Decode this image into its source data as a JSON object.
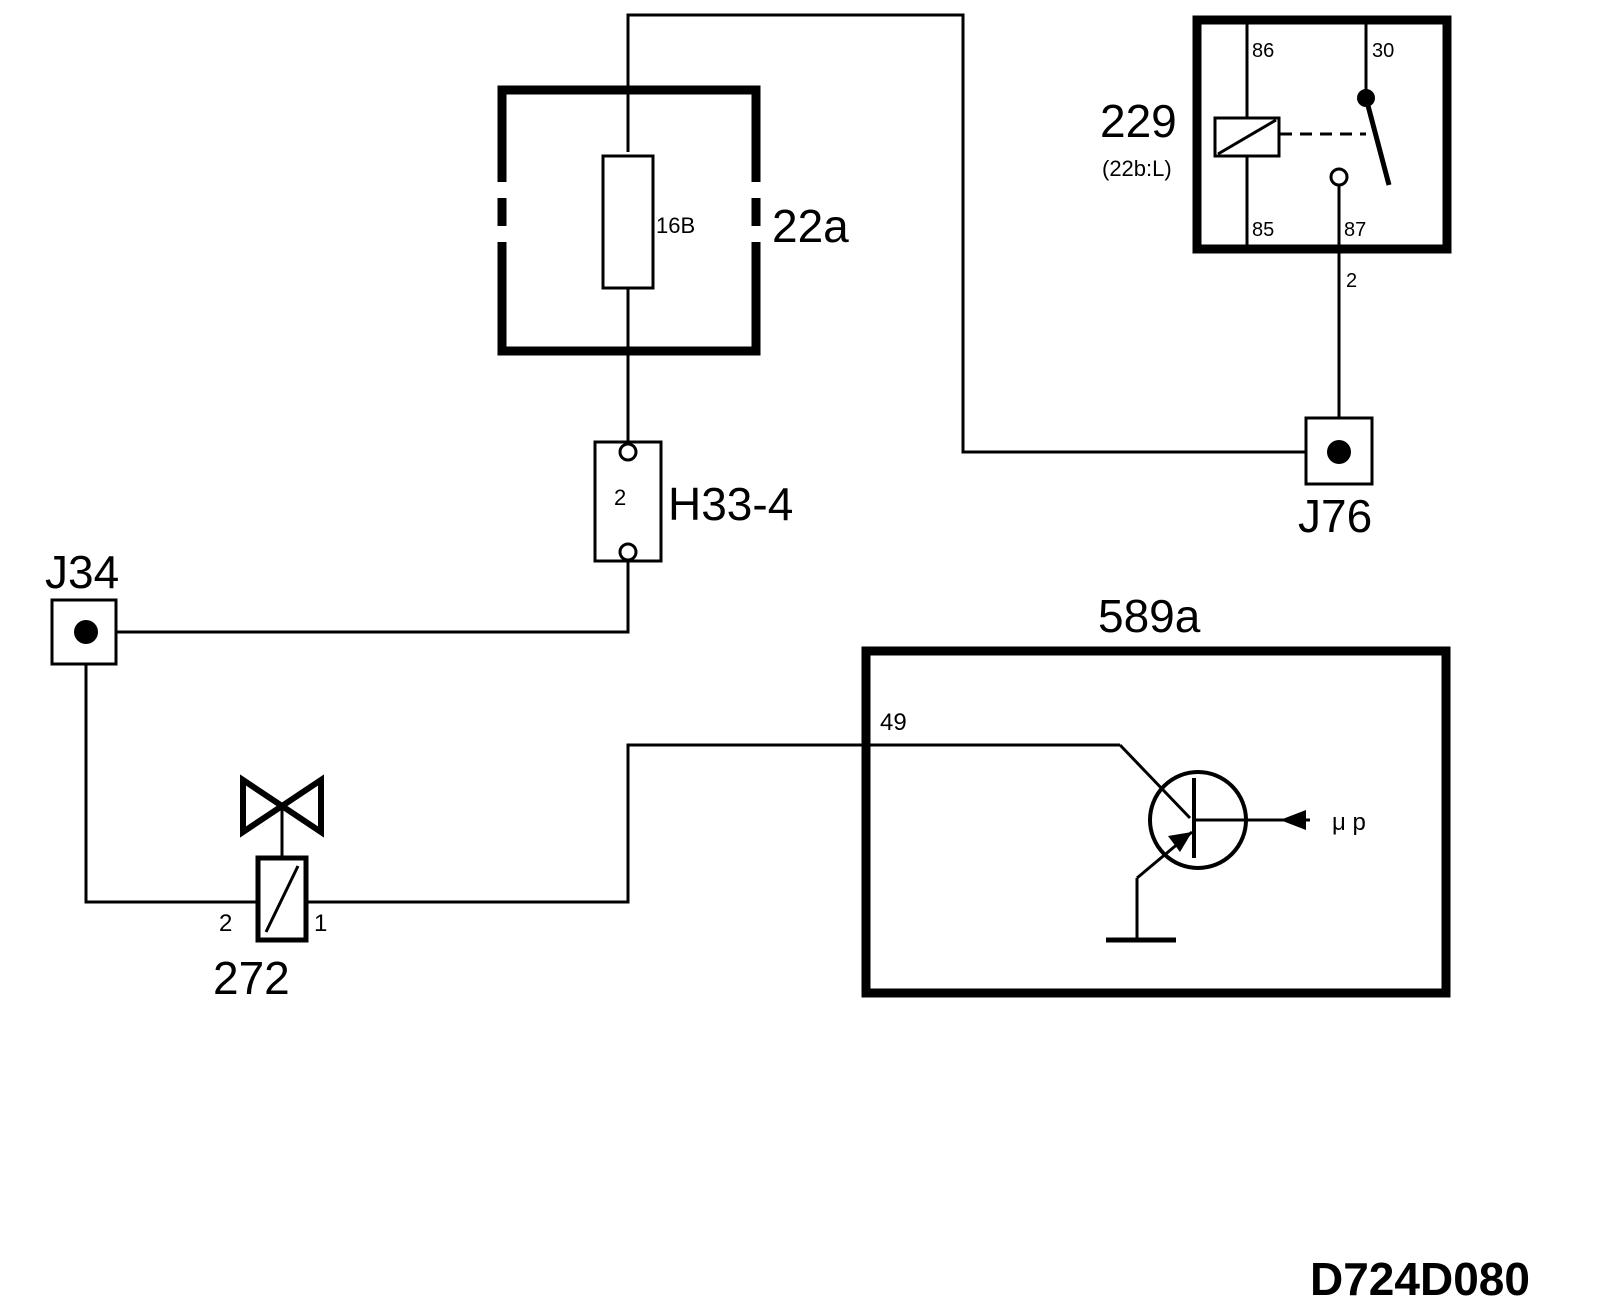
{
  "diagram_id": "D724D080",
  "components": {
    "fuse_box": {
      "label": "22a",
      "fuse_label": "16B"
    },
    "relay": {
      "label": "229",
      "sublabel": "(22b:L)",
      "pin_86": "86",
      "pin_30": "30",
      "pin_85": "85",
      "pin_87": "87"
    },
    "relay_wire_label": "2",
    "connector_h33": {
      "label": "H33-4",
      "pin": "2"
    },
    "junction_j34": {
      "label": "J34"
    },
    "junction_j76": {
      "label": "J76"
    },
    "valve": {
      "label": "272",
      "pin_left": "2",
      "pin_right": "1"
    },
    "control_unit": {
      "label": "589a",
      "pin": "49",
      "signal": "μ p"
    }
  }
}
